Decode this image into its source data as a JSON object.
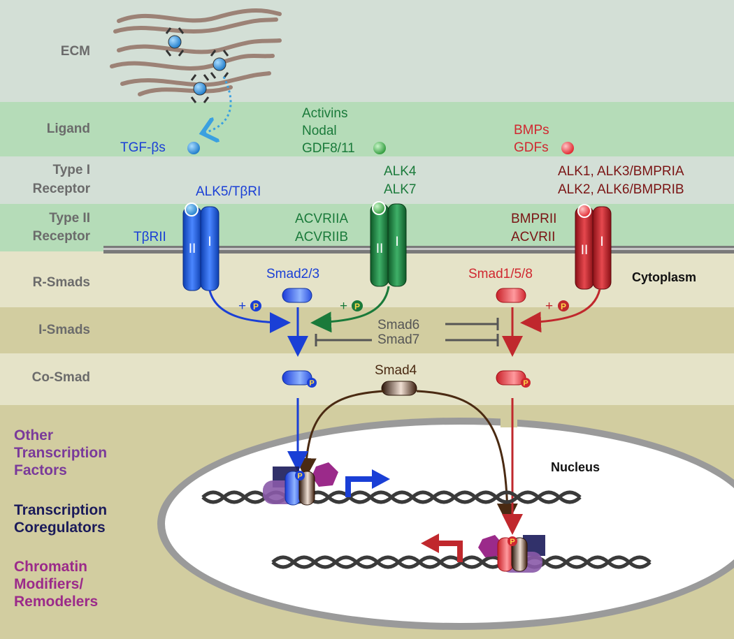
{
  "rows": {
    "ecm": "ECM",
    "ligand": "Ligand",
    "type1": [
      "Type I",
      "Receptor"
    ],
    "type2": [
      "Type II",
      "Receptor"
    ],
    "rsmads": "R-Smads",
    "ismads": "I-Smads",
    "cosmad": "Co-Smad"
  },
  "ligands": {
    "tgfb": "TGF-βs",
    "activins": [
      "Activins",
      "Nodal",
      "GDF8/11"
    ],
    "bmps": [
      "BMPs",
      "GDFs"
    ]
  },
  "receptors": {
    "tgfb_type1": "ALK5/TβRI",
    "tgfb_type2": "TβRII",
    "activin_type1": [
      "ALK4",
      "ALK7"
    ],
    "activin_type2": [
      "ACVRIIA",
      "ACVRIIB"
    ],
    "bmp_type1": [
      "ALK1, ALK3/BMPRIA",
      "ALK2, ALK6/BMPRIB"
    ],
    "bmp_type2": [
      "BMPRII",
      "ACVRII"
    ],
    "domain_II": "II",
    "domain_I": "I"
  },
  "smads": {
    "smad23": "Smad2/3",
    "smad158": "Smad1/5/8",
    "smad6": "Smad6",
    "smad7": "Smad7",
    "smad4": "Smad4",
    "plus_p": "+",
    "p": "P"
  },
  "compartments": {
    "cytoplasm": "Cytoplasm",
    "nucleus": "Nucleus"
  },
  "factors": {
    "other": [
      "Other",
      "Transcription",
      "Factors"
    ],
    "coreg": [
      "Transcription",
      "Coregulators"
    ],
    "chromatin": [
      "Chromatin",
      "Modifiers/",
      "Remodelers"
    ]
  },
  "colors": {
    "tgfb": "#1a3fd6",
    "activin": "#1a7a3a",
    "bmp": "#c0282d",
    "bmp_dark": "#7a1414",
    "inhibit": "#555555",
    "smad4": "#4a2a12",
    "other_tf": "#7a3a9a",
    "coreg": "#1b1b5a",
    "chromatin": "#9b2a8a"
  }
}
